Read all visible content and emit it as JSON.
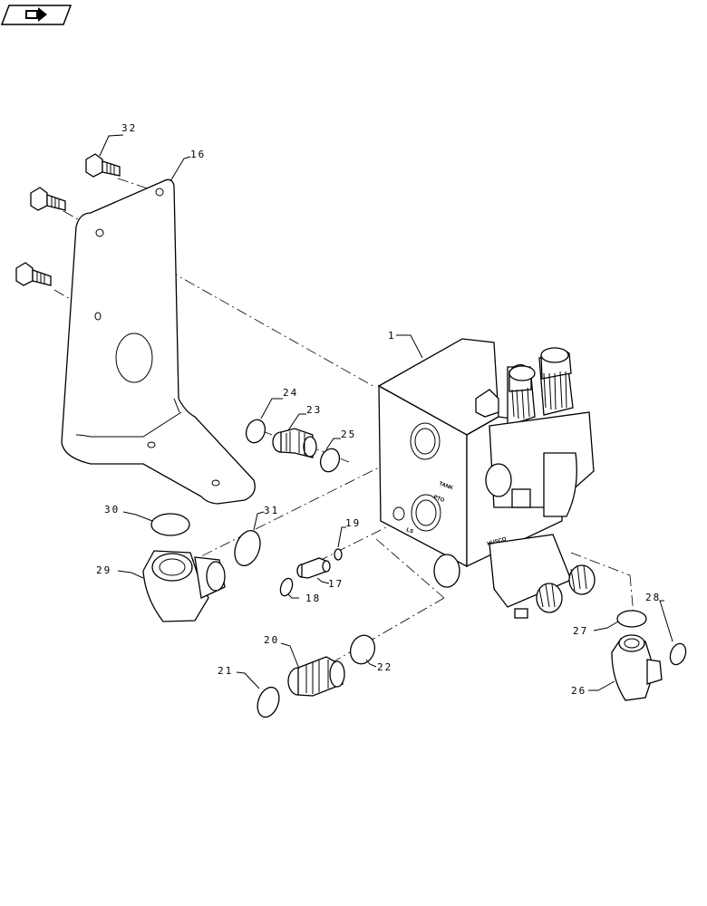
{
  "nav_icon": "return-arrow-icon",
  "labels": {
    "p1": "1",
    "p16": "16",
    "p17": "17",
    "p18": "18",
    "p19": "19",
    "p20": "20",
    "p21": "21",
    "p22": "22",
    "p23": "23",
    "p24": "24",
    "p25": "25",
    "p26": "26",
    "p27": "27",
    "p28": "28",
    "p29": "29",
    "p30": "30",
    "p31": "31",
    "p32": "32"
  },
  "port_labels": {
    "tank": "TANK",
    "pto": "PTO",
    "ls": "LS",
    "brand": "HUSCO"
  }
}
